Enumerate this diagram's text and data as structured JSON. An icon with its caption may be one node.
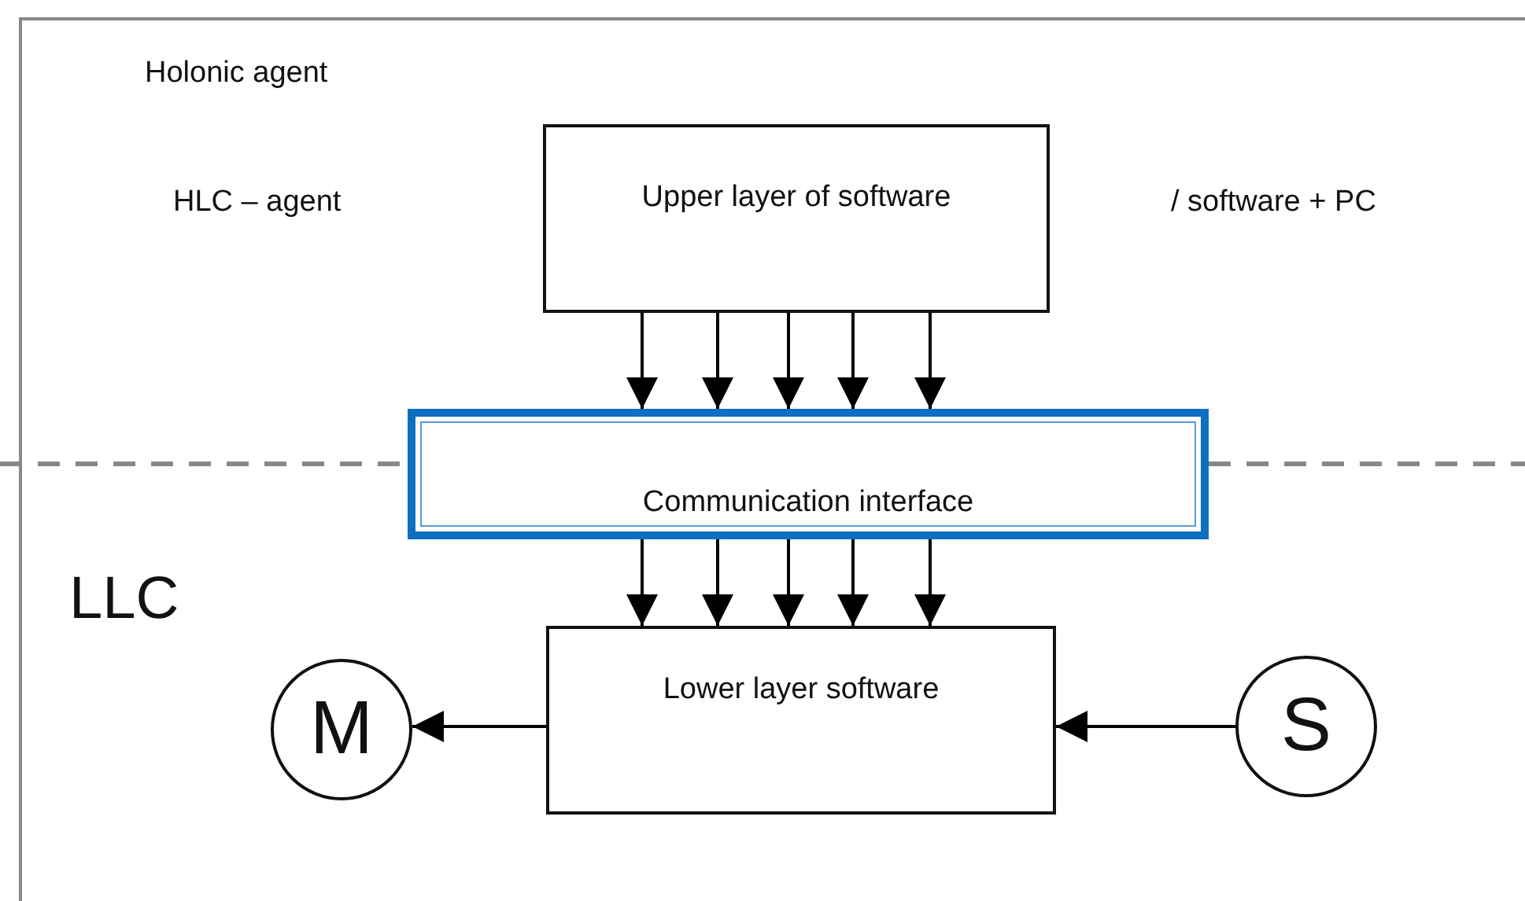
{
  "diagram": {
    "nodes": [
      {
        "text": [
          "Upper layer of software"
        ]
      },
      {
        "text": [
          "Communication interface"
        ]
      },
      {
        "text": [
          "Lower layer software"
        ]
      },
      {
        "text": [
          "M"
        ]
      },
      {
        "text": [
          "S"
        ]
      }
    ],
    "edges": [
      {
        "from": 0,
        "to": 1,
        "arrow": "to"
      },
      {
        "from": 0,
        "to": 1,
        "arrow": "to"
      },
      {
        "from": 0,
        "to": 1,
        "arrow": "to"
      },
      {
        "from": 0,
        "to": 1,
        "arrow": "to"
      },
      {
        "from": 0,
        "to": 1,
        "arrow": "to"
      },
      {
        "from": 1,
        "to": 2,
        "arrow": "to"
      },
      {
        "from": 1,
        "to": 2,
        "arrow": "to"
      },
      {
        "from": 1,
        "to": 2,
        "arrow": "to"
      },
      {
        "from": 1,
        "to": 2,
        "arrow": "to"
      },
      {
        "from": 1,
        "to": 2,
        "arrow": "to"
      },
      {
        "from": 2,
        "to": 3,
        "arrow": "to"
      },
      {
        "from": 4,
        "to": 2,
        "arrow": "to"
      }
    ],
    "labels": [
      "Holonic agent",
      "HLC – agent",
      "/ software + PC",
      "LLC"
    ]
  }
}
